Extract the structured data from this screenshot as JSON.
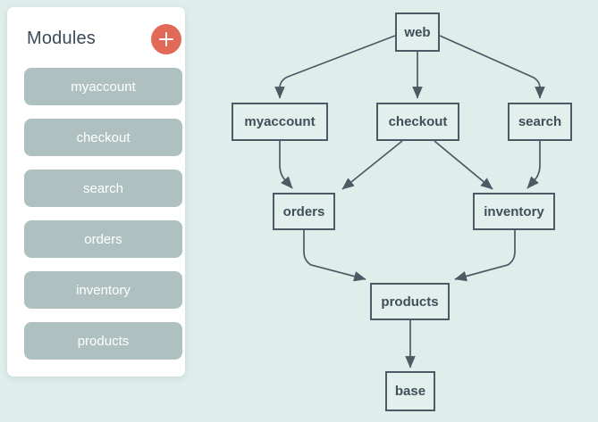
{
  "sidebar": {
    "title": "Modules",
    "add_button": {
      "icon": "plus-icon",
      "label": "+"
    },
    "items": [
      {
        "label": "myaccount"
      },
      {
        "label": "checkout"
      },
      {
        "label": "search"
      },
      {
        "label": "orders"
      },
      {
        "label": "inventory"
      },
      {
        "label": "products"
      }
    ]
  },
  "graph": {
    "nodes": [
      {
        "id": "web",
        "label": "web"
      },
      {
        "id": "myaccount",
        "label": "myaccount"
      },
      {
        "id": "checkout",
        "label": "checkout"
      },
      {
        "id": "search",
        "label": "search"
      },
      {
        "id": "orders",
        "label": "orders"
      },
      {
        "id": "inventory",
        "label": "inventory"
      },
      {
        "id": "products",
        "label": "products"
      },
      {
        "id": "base",
        "label": "base"
      }
    ],
    "edges": [
      {
        "from": "web",
        "to": "myaccount"
      },
      {
        "from": "web",
        "to": "checkout"
      },
      {
        "from": "web",
        "to": "search"
      },
      {
        "from": "myaccount",
        "to": "orders"
      },
      {
        "from": "checkout",
        "to": "orders"
      },
      {
        "from": "checkout",
        "to": "inventory"
      },
      {
        "from": "search",
        "to": "inventory"
      },
      {
        "from": "orders",
        "to": "products"
      },
      {
        "from": "inventory",
        "to": "products"
      },
      {
        "from": "products",
        "to": "base"
      }
    ]
  },
  "colors": {
    "background": "#dfedeb",
    "panel": "#ffffff",
    "accent": "#e06a57",
    "pill": "#aec0c0",
    "node_border": "#4a5b66",
    "node_text": "#3f4f59",
    "edge": "#4a5b66",
    "title_text": "#3d4a5c"
  }
}
